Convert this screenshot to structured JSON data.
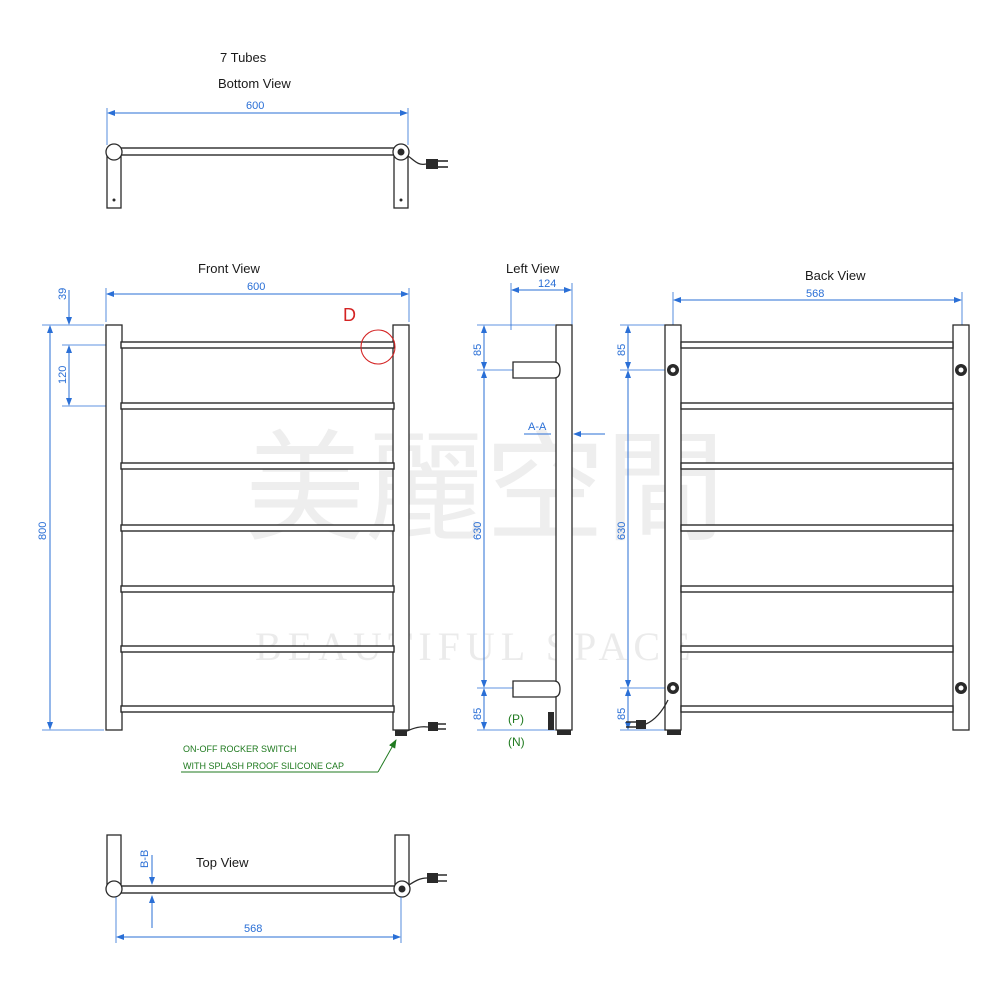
{
  "title": {
    "tube_count": "7 Tubes"
  },
  "views": {
    "bottom": "Bottom View",
    "front": "Front View",
    "left": "Left View",
    "back": "Back View",
    "top": "Top View"
  },
  "dimensions": {
    "bottom_width": "600",
    "front_width": "600",
    "front_top_gap": "39",
    "front_spacing": "120",
    "front_height": "800",
    "left_depth": "124",
    "left_top": "85",
    "left_middle": "630",
    "left_bottom": "85",
    "back_width": "568",
    "back_top": "85",
    "back_middle": "630",
    "back_bottom": "85",
    "top_width": "568"
  },
  "sections": {
    "a": "A-A",
    "b": "B-B"
  },
  "detail": {
    "marker": "D"
  },
  "annotations": {
    "switch_line1": "ON-OFF ROCKER SWITCH",
    "switch_line2": "WITH SPLASH PROOF SILICONE CAP",
    "p_label": "(P)",
    "n_label": "(N)"
  },
  "watermark": {
    "chinese": "美麗空間",
    "english": "BEAUTIFUL SPACE"
  },
  "colors": {
    "line": "#2a2a2a",
    "dimension": "#2a6fd6",
    "annotation": "#1f7a1f",
    "detail": "#d42323",
    "watermark": "#cfcfcf"
  }
}
